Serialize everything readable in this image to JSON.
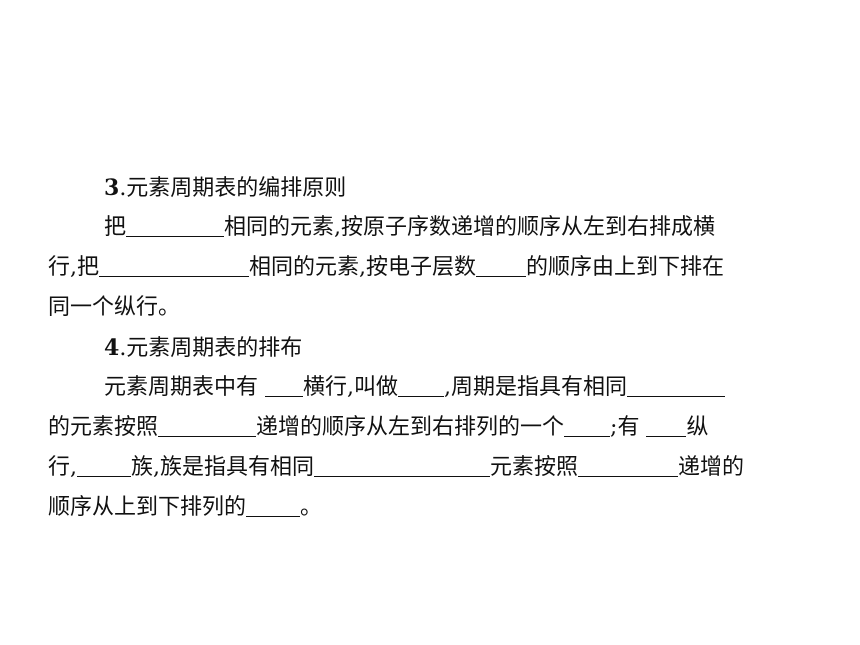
{
  "section3": {
    "number": "3",
    "title": ".元素周期表的编排原则",
    "line1": {
      "a": "把",
      "b": "相同的元素,按原子序数递增的顺序从左到右排成横"
    },
    "line2": {
      "a": "行,把",
      "b": "相同的元素,按电子层数",
      "c": "的顺序由上到下排在"
    },
    "line3": "同一个纵行。"
  },
  "section4": {
    "number": "4",
    "title": ".元素周期表的排布",
    "line1": {
      "a": "元素周期表中有 ",
      "b": "横行,叫做",
      "c": ",周期是指具有相同"
    },
    "line2": {
      "a": "的元素按照",
      "b": "递增的顺序从左到右排列的一个",
      "c": ";有 ",
      "d": "纵"
    },
    "line3": {
      "a": "行,",
      "b": "族,族是指具有相同",
      "c": "元素按照",
      "d": "递增的"
    },
    "line4": {
      "a": "顺序从上到下排列的",
      "b": "。"
    }
  }
}
